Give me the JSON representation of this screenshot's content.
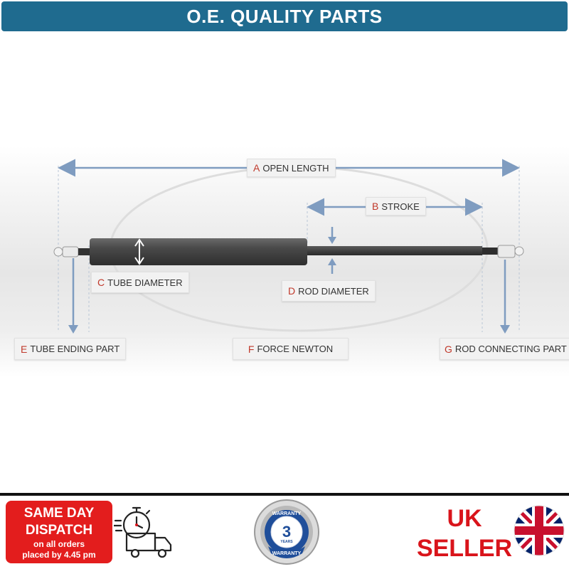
{
  "banner": {
    "title": "O.E. QUALITY PARTS",
    "color": "#1f6b8f"
  },
  "diagram": {
    "labels": {
      "a": {
        "letter": "A",
        "text": "OPEN LENGTH"
      },
      "b": {
        "letter": "B",
        "text": "STROKE"
      },
      "c": {
        "letter": "C",
        "text": "TUBE DIAMETER"
      },
      "d": {
        "letter": "D",
        "text": "ROD DIAMETER"
      },
      "e": {
        "letter": "E",
        "text": "TUBE ENDING PART"
      },
      "f": {
        "letter": "F",
        "text": "FORCE NEWTON"
      },
      "g": {
        "letter": "G",
        "text": "ROD CONNECTING PART"
      }
    },
    "arrow_color": "#7f9cc0",
    "letter_color": "#c0392b"
  },
  "footer": {
    "dispatch": {
      "line1": "SAME DAY",
      "line2": "DISPATCH",
      "line3": "on all orders",
      "line4": "placed by 4.45 pm",
      "color": "#e31d1d"
    },
    "warranty": {
      "top_text": "WARRANTY",
      "years": "3",
      "years_label": "YEARS",
      "bottom_text": "WARRANTY"
    },
    "seller": {
      "line1": "UK",
      "line2": "SELLER",
      "color": "#d9141b"
    },
    "icons": [
      "stopwatch-icon",
      "delivery-truck-icon",
      "warranty-badge-icon",
      "uk-flag-icon"
    ]
  }
}
